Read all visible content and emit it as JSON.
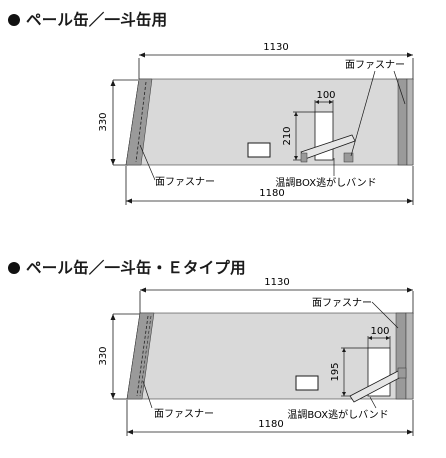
{
  "diagrams": [
    {
      "title": "ペール缶／一斗缶用",
      "width_dim": "1130",
      "height_dim": "330",
      "total_dim": "1180",
      "box_width_dim": "100",
      "box_height_dim": "210",
      "label_face_fastener_top": "面ファスナー",
      "label_face_fastener_bottom": "面ファスナー",
      "label_band": "温調BOX逃がしバンド"
    },
    {
      "title": "ペール缶／一斗缶・Ｅタイプ用",
      "width_dim": "1130",
      "height_dim": "330",
      "total_dim": "1180",
      "box_width_dim": "100",
      "box_height_dim": "195",
      "label_face_fastener_top": "面ファスナー",
      "label_face_fastener_bottom": "面ファスナー",
      "label_band": "温調BOX逃がしバンド"
    }
  ],
  "colors": {
    "panel": "#d9d9d9",
    "panel_dark": "#b5b5b5",
    "fastener": "#9a9a9a",
    "line": "#1a1a1a"
  }
}
